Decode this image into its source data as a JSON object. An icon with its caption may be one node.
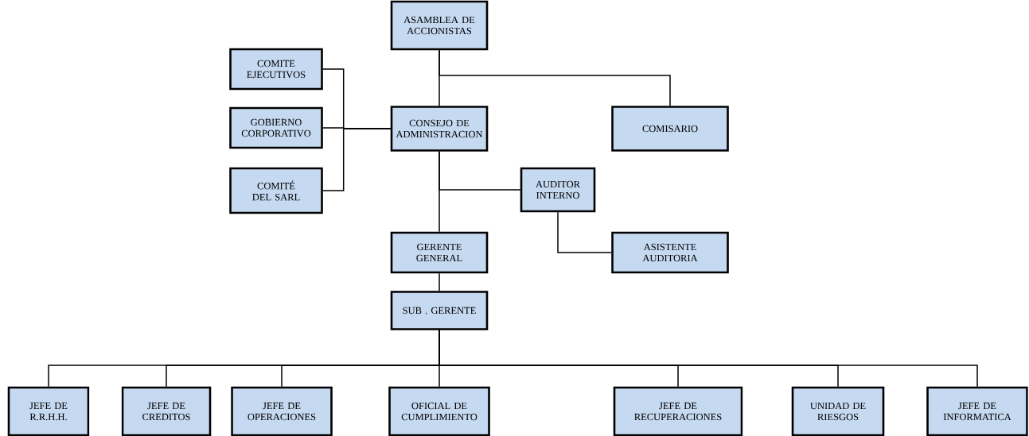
{
  "diagram": {
    "nodes": [
      {
        "text": [
          "ASAMBLEA DE ACCIONISTAS"
        ]
      },
      {
        "text": [
          "COMITE EJECUTIVOS"
        ]
      },
      {
        "text": [
          "GOBIERNO CORPORATIVO"
        ]
      },
      {
        "text": [
          "COMITÉ DEL SARL"
        ]
      },
      {
        "text": [
          "CONSEJO DE ADMINISTRACION"
        ]
      },
      {
        "text": [
          "COMISARIO"
        ]
      },
      {
        "text": [
          "AUDITOR INTERNO"
        ]
      },
      {
        "text": [
          "ASISTENTE AUDITORIA"
        ]
      },
      {
        "text": [
          "GERENTE GENERAL"
        ]
      },
      {
        "text": [
          "SUB . GERENTE"
        ]
      },
      {
        "text": [
          "JEFE DE R.R.H.H."
        ]
      },
      {
        "text": [
          "JEFE DE CREDITOS"
        ]
      },
      {
        "text": [
          "JEFE DE OPERACIONES"
        ]
      },
      {
        "text": [
          "OFICIAL DE CUMPLIMIENTO"
        ]
      },
      {
        "text": [
          "JEFE DE RECUPERACIONES"
        ]
      },
      {
        "text": [
          "UNIDAD DE RIESGOS"
        ]
      },
      {
        "text": [
          "JEFE DE INFORMATICA"
        ]
      }
    ],
    "edges": [
      {
        "from": 0,
        "to": 4,
        "arrow": "none"
      },
      {
        "from": 0,
        "to": 5,
        "arrow": "none"
      },
      {
        "from": 4,
        "to": 1,
        "arrow": "none"
      },
      {
        "from": 4,
        "to": 2,
        "arrow": "none"
      },
      {
        "from": 4,
        "to": 3,
        "arrow": "none"
      },
      {
        "from": 4,
        "to": 8,
        "arrow": "none"
      },
      {
        "from": 4,
        "to": 6,
        "arrow": "none"
      },
      {
        "from": 6,
        "to": 7,
        "arrow": "none"
      },
      {
        "from": 8,
        "to": 9,
        "arrow": "none"
      },
      {
        "from": 9,
        "to": 10,
        "arrow": "none"
      },
      {
        "from": 9,
        "to": 11,
        "arrow": "none"
      },
      {
        "from": 9,
        "to": 12,
        "arrow": "none"
      },
      {
        "from": 9,
        "to": 13,
        "arrow": "none"
      },
      {
        "from": 9,
        "to": 14,
        "arrow": "none"
      },
      {
        "from": 9,
        "to": 15,
        "arrow": "none"
      },
      {
        "from": 9,
        "to": 16,
        "arrow": "none"
      }
    ]
  }
}
